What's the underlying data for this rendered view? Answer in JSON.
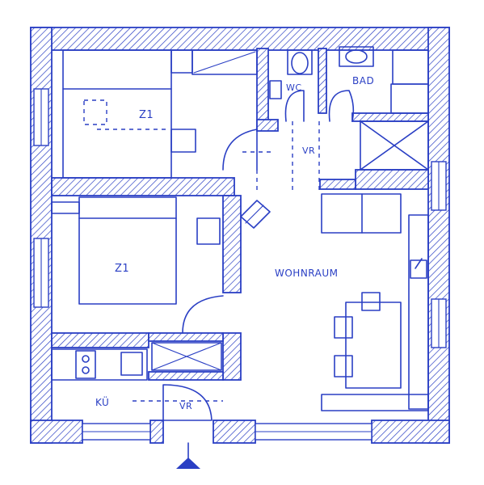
{
  "colors": {
    "ink": "#2a3fc4",
    "paper": "#ffffff"
  },
  "rooms": {
    "bedroom_top": "Z1",
    "bedroom_bottom": "Z1",
    "wc": "WC",
    "bad": "BAD",
    "vr_upper": "VR",
    "wohnraum": "WOHNRAUM",
    "kueche": "KÜ",
    "vr_lower": "VR"
  },
  "icons": {
    "entrance": "triangle-marker",
    "stair": "cross-box",
    "toilet": "toilet-fixture",
    "sink": "washbasin",
    "stove": "cooktop"
  }
}
